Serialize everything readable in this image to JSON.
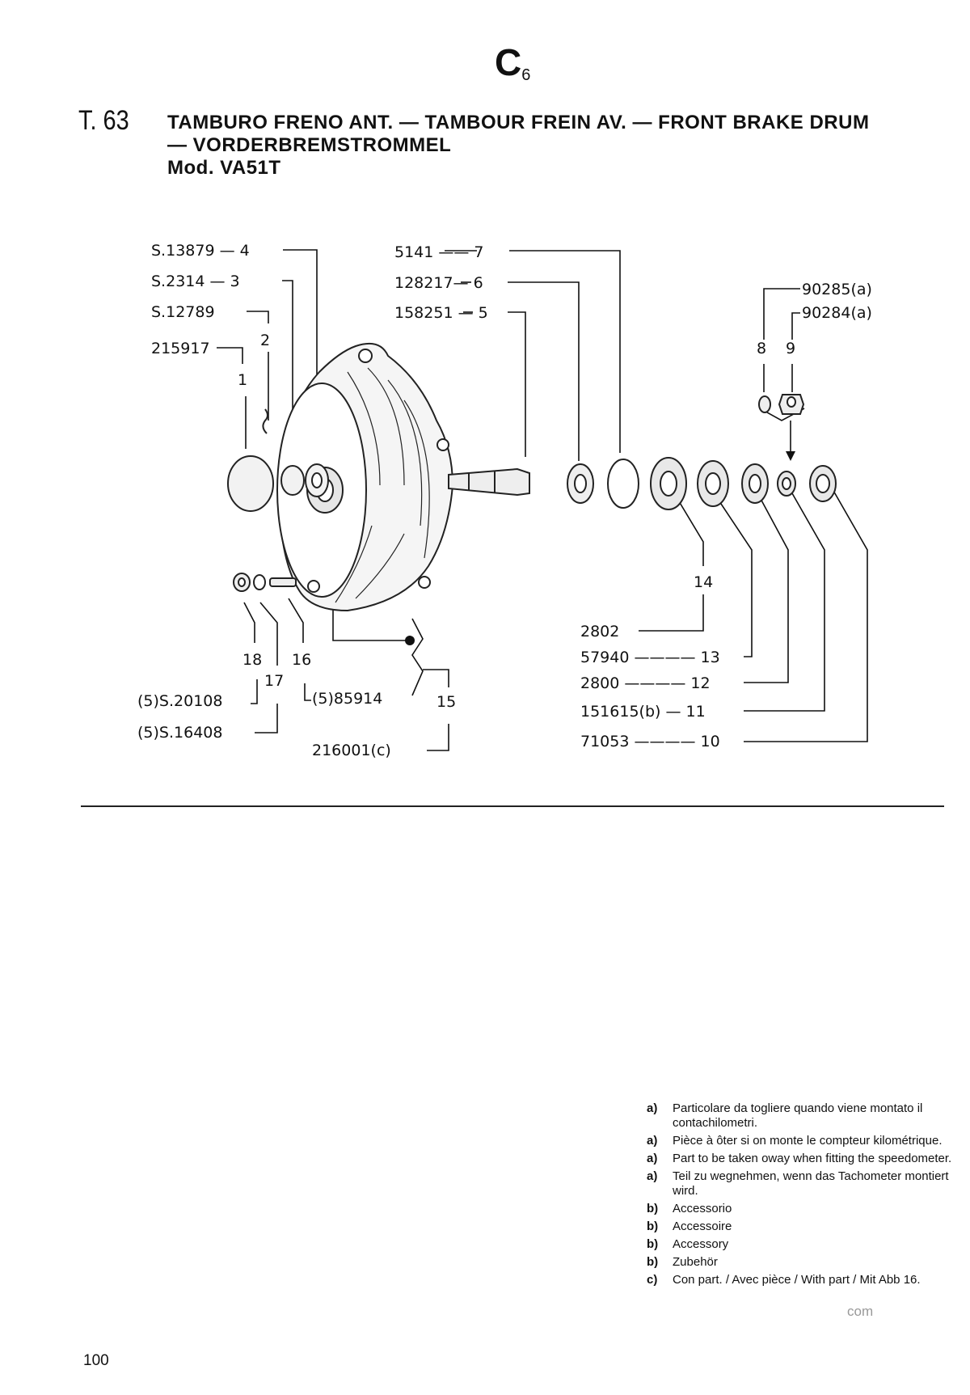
{
  "header": {
    "section_letter": "C",
    "section_subscript": "6",
    "plate_number": "T. 63",
    "title_line1": "TAMBURO FRENO ANT. — TAMBOUR FREIN AV. — FRONT BRAKE DRUM",
    "title_line2": "— VORDERBREMSTROMMEL",
    "model": "Mod. VA51T"
  },
  "diagram_labels": {
    "p4": "S.13879 — 4",
    "p3": "S.2314 — 3",
    "p2code": "S.12789",
    "p2": "2",
    "p1code": "215917",
    "p1": "1",
    "p7": "5141 —— 7",
    "p6": "128217— 6",
    "p5": "158251 — 5",
    "p8code": "90285(a)",
    "p9code": "90284(a)",
    "p8": "8",
    "p9": "9",
    "p14": "14",
    "p14code": "2802",
    "p13": "57940 ———— 13",
    "p12": "2800 ———— 12",
    "p11": "151615(b) — 11",
    "p10": "71053 ———— 10",
    "p18": "18",
    "p17": "17",
    "p16": "16",
    "p16code": "(5)85914",
    "p18code": "(5)S.20108",
    "p17code": "(5)S.16408",
    "p15": "15",
    "p15code": "216001(c)"
  },
  "notes": [
    {
      "key": "a)",
      "text": "Particolare da togliere quando viene montato il contachilometri."
    },
    {
      "key": "a)",
      "text": "Pièce à ôter si on monte le compteur kilométrique."
    },
    {
      "key": "a)",
      "text": "Part to be taken oway when fitting the speedometer."
    },
    {
      "key": "a)",
      "text": "Teil zu wegnehmen, wenn das Tachometer montiert wird."
    },
    {
      "key": "b)",
      "text": "Accessorio"
    },
    {
      "key": "b)",
      "text": "Accessoire"
    },
    {
      "key": "b)",
      "text": "Accessory"
    },
    {
      "key": "b)",
      "text": "Zubehör"
    },
    {
      "key": "c)",
      "text": "Con part. / Avec pièce / With part / Mit Abb 16."
    }
  ],
  "page_number": "100",
  "watermark": "com"
}
